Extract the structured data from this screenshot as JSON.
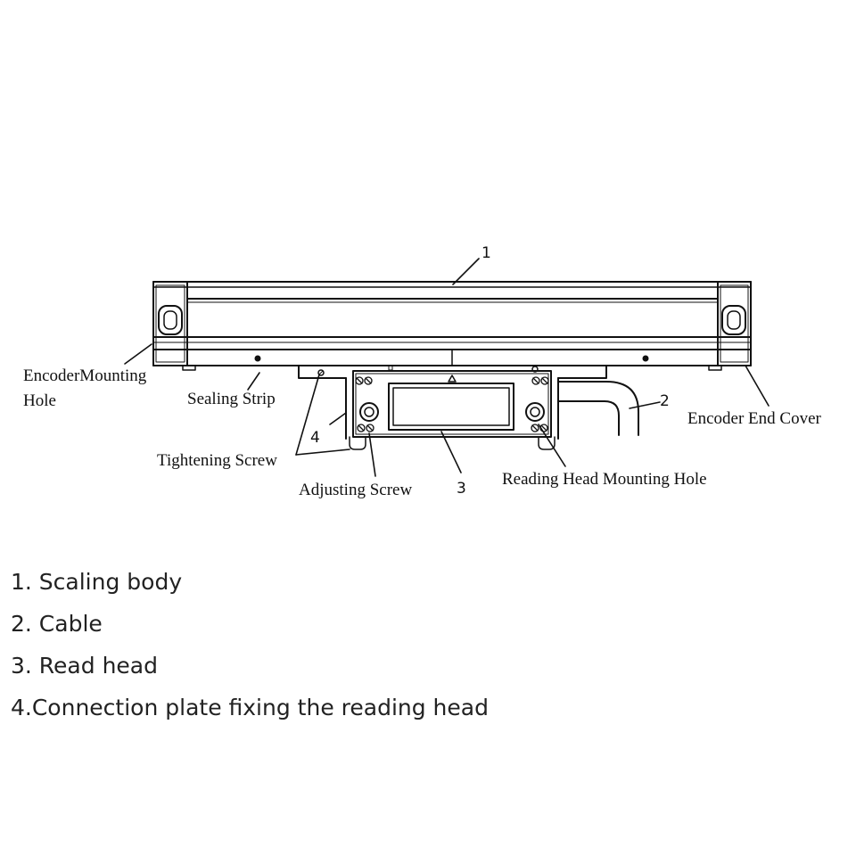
{
  "diagram": {
    "callouts": {
      "n1": "1",
      "n2": "2",
      "n3": "3",
      "n4": "4"
    },
    "labels": {
      "encoder_mounting_hole_line1": "EncoderMounting",
      "encoder_mounting_hole_line2": "Hole",
      "sealing_strip": "Sealing Strip",
      "tightening_screw": "Tightening Screw",
      "adjusting_screw": "Adjusting Screw",
      "reading_head_mounting_hole": "Reading Head Mounting Hole",
      "encoder_end_cover": "Encoder End Cover"
    }
  },
  "legend": [
    "1. Scaling body",
    "2. Cable",
    "3. Read head",
    "4.Connection plate fixing the reading head"
  ]
}
